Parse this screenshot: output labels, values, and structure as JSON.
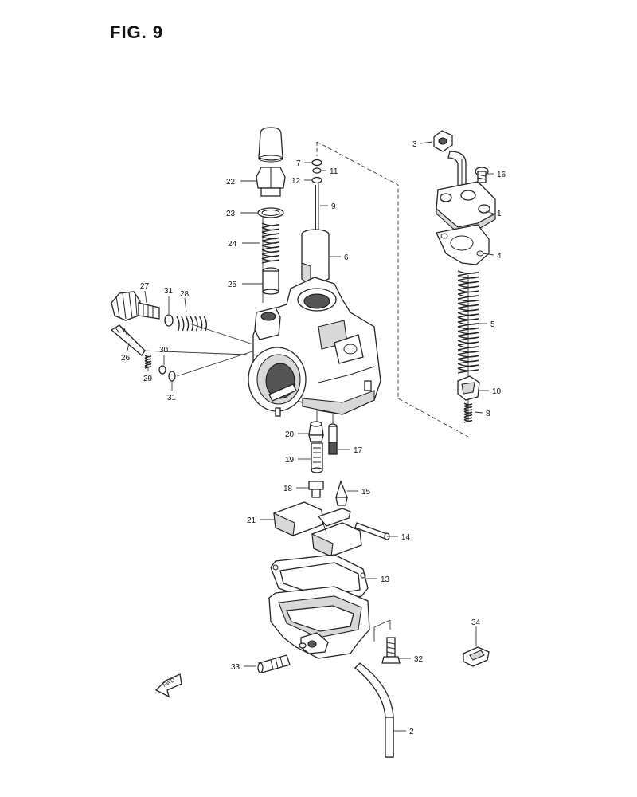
{
  "figure": {
    "title": "FIG. 9"
  },
  "colors": {
    "ink": "#222222",
    "fill": "#ffffff",
    "shade": "#d8d8d8"
  },
  "fwd": {
    "label": "FWD"
  },
  "callouts": [
    {
      "id": "1",
      "text": "1"
    },
    {
      "id": "2",
      "text": "2"
    },
    {
      "id": "3",
      "text": "3"
    },
    {
      "id": "4",
      "text": "4"
    },
    {
      "id": "5",
      "text": "5"
    },
    {
      "id": "6",
      "text": "6"
    },
    {
      "id": "7",
      "text": "7"
    },
    {
      "id": "8",
      "text": "8"
    },
    {
      "id": "9",
      "text": "9"
    },
    {
      "id": "10",
      "text": "10"
    },
    {
      "id": "11",
      "text": "11"
    },
    {
      "id": "12",
      "text": "12"
    },
    {
      "id": "13",
      "text": "13"
    },
    {
      "id": "14",
      "text": "14"
    },
    {
      "id": "15",
      "text": "15"
    },
    {
      "id": "16",
      "text": "16"
    },
    {
      "id": "17",
      "text": "17"
    },
    {
      "id": "18",
      "text": "18"
    },
    {
      "id": "19",
      "text": "19"
    },
    {
      "id": "20",
      "text": "20"
    },
    {
      "id": "21",
      "text": "21"
    },
    {
      "id": "22",
      "text": "22"
    },
    {
      "id": "23",
      "text": "23"
    },
    {
      "id": "24",
      "text": "24"
    },
    {
      "id": "25",
      "text": "25"
    },
    {
      "id": "26",
      "text": "26"
    },
    {
      "id": "27",
      "text": "27"
    },
    {
      "id": "28",
      "text": "28"
    },
    {
      "id": "29",
      "text": "29"
    },
    {
      "id": "30",
      "text": "30"
    },
    {
      "id": "31a",
      "text": "31"
    },
    {
      "id": "31b",
      "text": "31"
    },
    {
      "id": "32",
      "text": "32"
    },
    {
      "id": "33",
      "text": "33"
    },
    {
      "id": "34",
      "text": "34"
    }
  ]
}
